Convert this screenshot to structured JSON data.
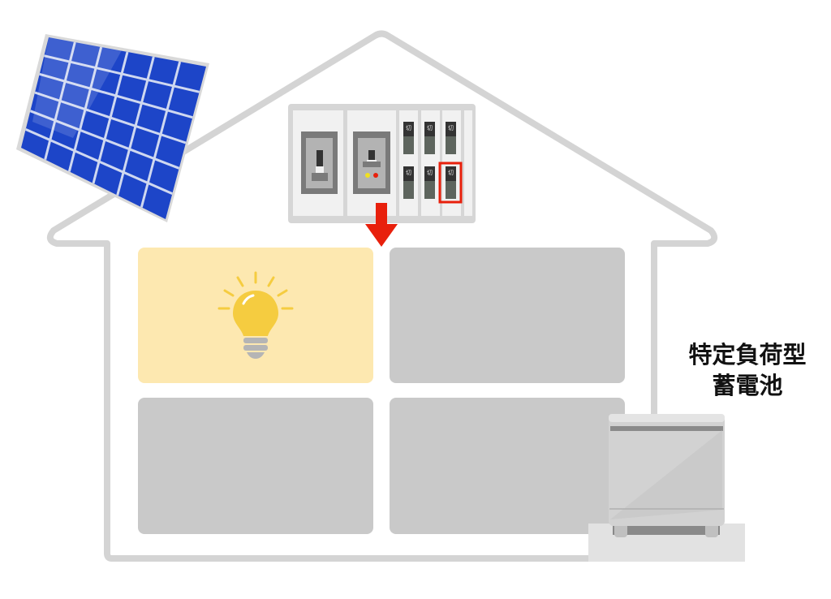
{
  "label": {
    "line1": "特定負荷型",
    "line2": "蓄電池"
  },
  "breaker_glyph": "切",
  "colors": {
    "house_outline": "#d4d4d4",
    "room_lit": "#fde8b0",
    "room_unlit": "#c9c9c9",
    "arrow": "#e8200c",
    "highlight": "#e8200c",
    "bulb": "#f5cc40",
    "solar": "#1d45c8"
  },
  "rooms": [
    {
      "name": "room-top-left",
      "lit": true
    },
    {
      "name": "room-top-right",
      "lit": false
    },
    {
      "name": "room-bottom-left",
      "lit": false
    },
    {
      "name": "room-bottom-right",
      "lit": false
    }
  ]
}
